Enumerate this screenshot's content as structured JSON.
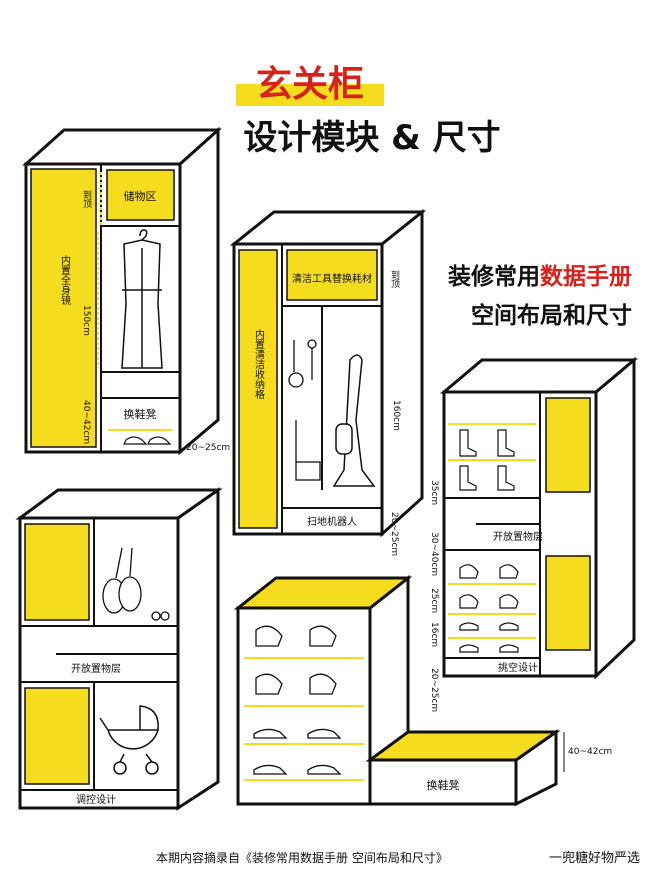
{
  "title": {
    "main": "玄关柜",
    "sub": "设计模块 & 尺寸"
  },
  "callout": {
    "line1_plain": "装修常用",
    "line1_highlight": "数据手册",
    "line2": "空间布局和尺寸"
  },
  "cabinet_a": {
    "mirror": "内置全身镜",
    "storage": "储物区",
    "to_top": "到顶",
    "height_1": "150cm",
    "height_2": "40~42cm",
    "bench": "换鞋凳",
    "depth": "20~25cm"
  },
  "cabinet_b": {
    "side_label": "内置清洁收纳格",
    "top_label": "清洁工具替换耗材",
    "to_top": "到顶",
    "height": "160cm",
    "bottom": "扫地机器人",
    "depth": "20~25cm"
  },
  "cabinet_c": {
    "d1": "35cm",
    "d2": "30~40cm",
    "open_shelf": "开放置物层",
    "d3": "25cm",
    "d4": "16cm",
    "d5": "20~25cm",
    "cutout": "挑空设计"
  },
  "cabinet_d": {
    "open_shelf": "开放置物层",
    "adjust": "调控设计"
  },
  "cabinet_e": {
    "bench": "换鞋凳",
    "height": "40~42cm"
  },
  "footer": {
    "source": "本期内容摘录自《装修常用数据手册 空间布局和尺寸》",
    "watermark": "一兜糖好物严选"
  },
  "colors": {
    "accent_yellow": "#f5dc1e",
    "red": "#d5231c",
    "line": "#111111"
  }
}
